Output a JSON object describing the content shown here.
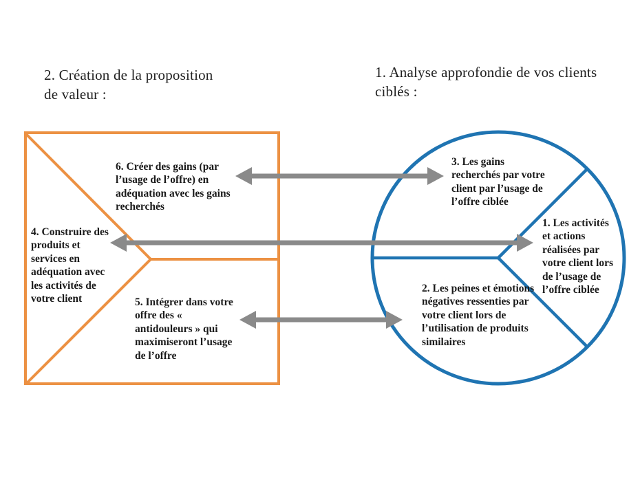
{
  "colors": {
    "orange": "#EC9143",
    "blue": "#1F74B2",
    "gray": "#8A8A8A",
    "text": "#1A1A1A",
    "title": "#212121"
  },
  "value_proposition_section": {
    "title": "2. Création de la proposition de valeur :",
    "blocks": {
      "gain_creators": "6. Créer des gains (par l’usage de l’offre) en adéquation avec les gains recherchés",
      "products_services": "4. Construire des produits et services en adéquation avec les activités de votre client",
      "pain_relievers": "5. Intégrer dans votre offre des « antidouleurs » qui maximiseront l’usage de l’offre"
    }
  },
  "customer_analysis_section": {
    "title": "1. Analyse approfondie de vos clients ciblés :",
    "blocks": {
      "gains": "3. Les gains recherchés par votre client par l’usage de l’offre ciblée",
      "activities": "1. Les activités et actions réalisées par votre client lors de l’usage de l’offre ciblée",
      "pains": "2. Les peines et émotions négatives ressenties par votre client lors de l’utilisation de produits similaires"
    }
  }
}
